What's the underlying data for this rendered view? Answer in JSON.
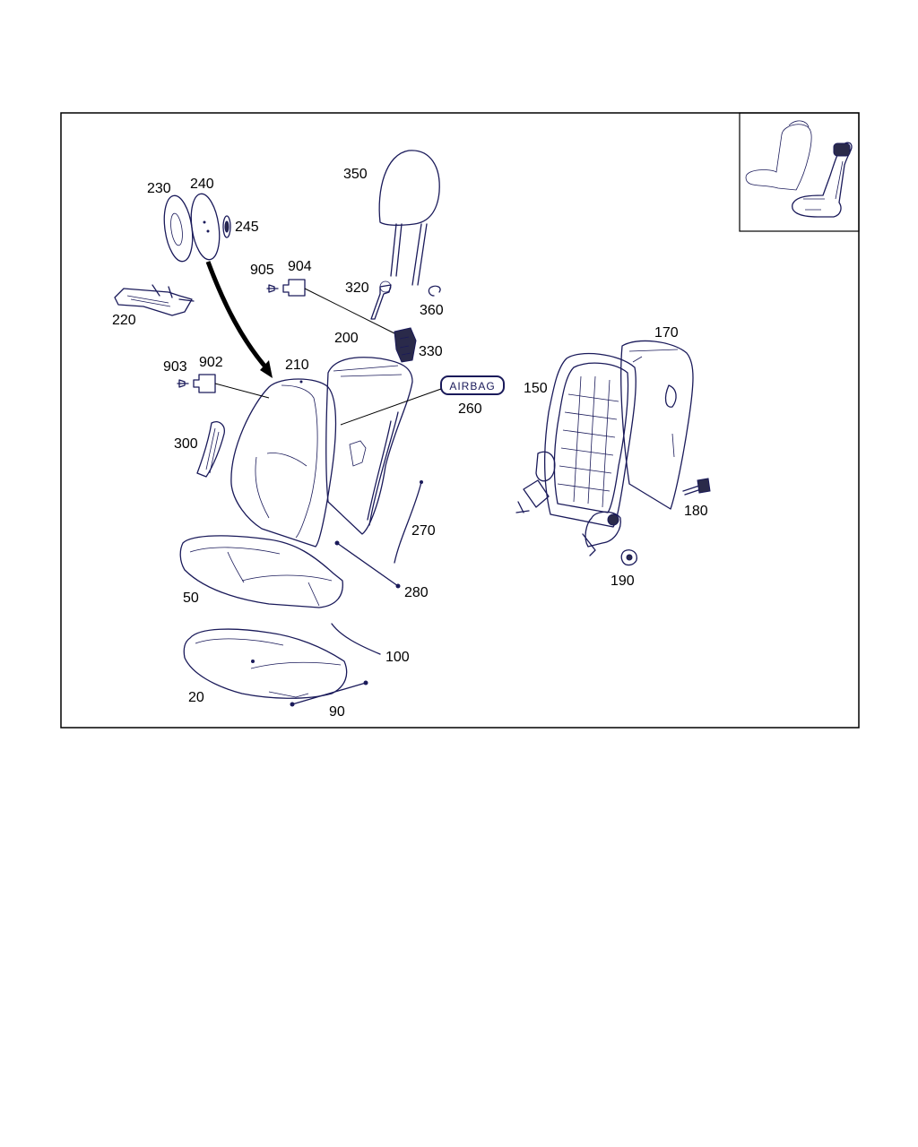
{
  "diagram": {
    "inset_view": "seat-overview-icon",
    "badge_text": "AIRBAG",
    "labels": {
      "p20": "20",
      "p50": "50",
      "p90": "90",
      "p100": "100",
      "p150": "150",
      "p170": "170",
      "p180": "180",
      "p190": "190",
      "p200": "200",
      "p210": "210",
      "p220": "220",
      "p230": "230",
      "p240": "240",
      "p245": "245",
      "p260": "260",
      "p270": "270",
      "p280": "280",
      "p300": "300",
      "p320": "320",
      "p330": "330",
      "p350": "350",
      "p360": "360",
      "p902": "902",
      "p903": "903",
      "p904": "904",
      "p905": "905"
    }
  }
}
